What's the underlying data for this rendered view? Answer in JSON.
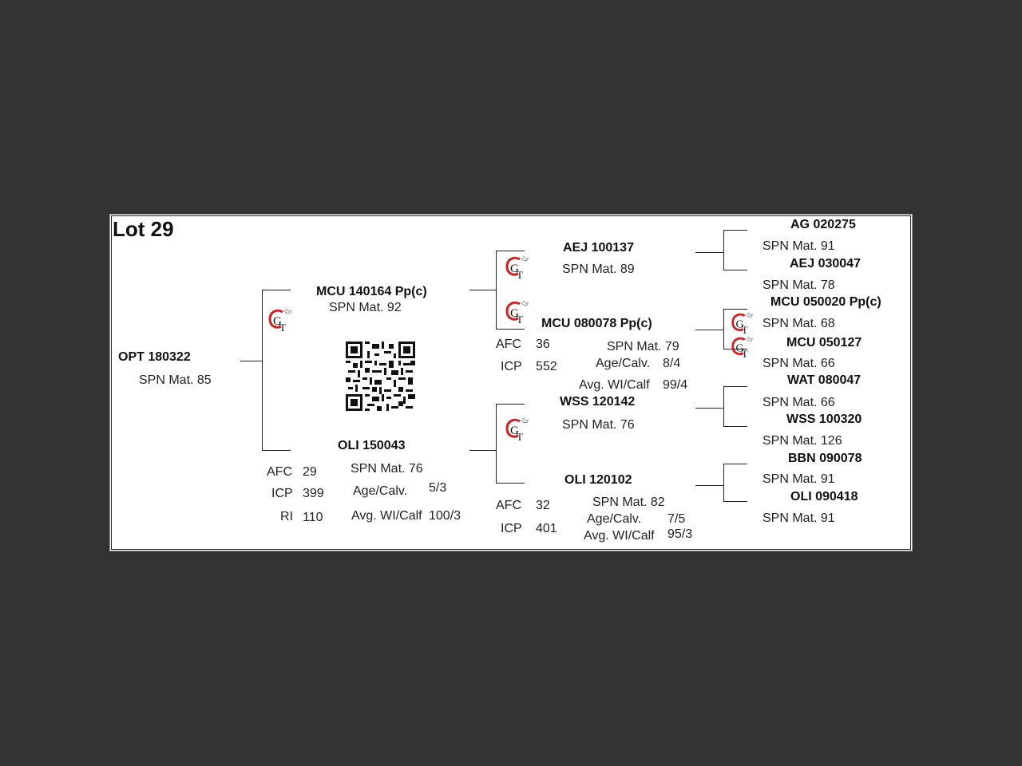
{
  "lot": "Lot 29",
  "subject": {
    "id": "OPT 180322",
    "spn": "SPN Mat. 85"
  },
  "sire": {
    "id": "MCU 140164  Pp(c)",
    "spn": "SPN Mat. 92",
    "sire": {
      "id": "AEJ 100137",
      "spn": "SPN Mat. 89",
      "sire": {
        "id": "AG  020275",
        "spn": "SPN Mat. 91"
      },
      "dam": {
        "id": "AEJ 030047",
        "spn": "SPN Mat. 78"
      }
    },
    "dam": {
      "id": "MCU 080078   Pp(c)",
      "spn": "SPN Mat. 79",
      "afc_label": "AFC",
      "afc": "36",
      "icp_label": "ICP",
      "icp": "552",
      "agecalv_label": "Age/Calv.",
      "agecalv": "8/4",
      "avgwi_label": "Avg. WI/Calf",
      "avgwi": "99/4",
      "sire": {
        "id": "MCU 050020  Pp(c)",
        "spn": "SPN Mat. 68"
      },
      "dam": {
        "id": "MCU 050127",
        "spn": "SPN Mat. 66"
      }
    }
  },
  "dam": {
    "id": "OLI 150043",
    "spn": "SPN Mat. 76",
    "afc_label": "AFC",
    "afc": "29",
    "icp_label": "ICP",
    "icp": "399",
    "ri_label": "RI",
    "ri": "110",
    "agecalv_label": "Age/Calv.",
    "agecalv": "5/3",
    "avgwi_label": "Avg. WI/Calf",
    "avgwi": "100/3",
    "sire": {
      "id": "WSS 120142",
      "spn": "SPN Mat. 76",
      "sire": {
        "id": "WAT 080047",
        "spn": "SPN Mat. 66"
      },
      "dam": {
        "id": "WSS 100320",
        "spn": "SPN Mat. 126"
      }
    },
    "dam": {
      "id": "OLI 120102",
      "spn": "SPN Mat. 82",
      "afc_label": "AFC",
      "afc": "32",
      "icp_label": "ICP",
      "icp": "401",
      "agecalv_label": "Age/Calv.",
      "agecalv": "7/5",
      "avgwi_label": "Avg. WI/Calf",
      "avgwi": "95/3",
      "sire": {
        "id": "BBN 090078",
        "spn": "SPN Mat. 91"
      },
      "dam": {
        "id": "OLI 090418",
        "spn": "SPN Mat. 91"
      }
    }
  },
  "icons": {
    "gt_logo": "gt-genetic-test-icon",
    "qr": "qr-code"
  },
  "colors": {
    "background": "#333333",
    "logo_red": "#cc2222"
  }
}
